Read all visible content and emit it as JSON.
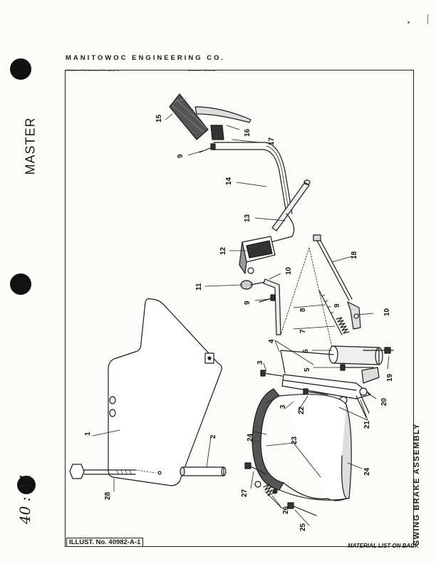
{
  "header": {
    "company": "MANITOWOC ENGINEERING CO.",
    "division": "A Division of The Manitowoc Company, Inc.",
    "location": "Manitowoc, Wisconsin"
  },
  "margin_notes": {
    "stamp": "MASTER",
    "handwriting": "40 : A1"
  },
  "title": "SWING BRAKE ASSEMBLY",
  "illustration_number": "ILLUST. No. 40982-A-1",
  "footer_note": "MATERIAL LIST ON BACK",
  "callouts": {
    "c1": "1",
    "c2": "2",
    "c3a": "3",
    "c3b": "3",
    "c4": "4",
    "c5": "5",
    "c6": "6",
    "c7": "7",
    "c8": "8",
    "c9a": "9",
    "c9b": "9",
    "c9c": "9",
    "c10a": "10",
    "c10b": "10",
    "c11": "11",
    "c12": "12",
    "c13": "13",
    "c14": "14",
    "c15": "15",
    "c16": "16",
    "c17": "17",
    "c18": "18",
    "c19": "19",
    "c20": "20",
    "c21": "21",
    "c22": "22",
    "c23": "23",
    "c24a": "24",
    "c24b": "24",
    "c25": "25",
    "c26": "26",
    "c27": "27",
    "c28": "28"
  }
}
